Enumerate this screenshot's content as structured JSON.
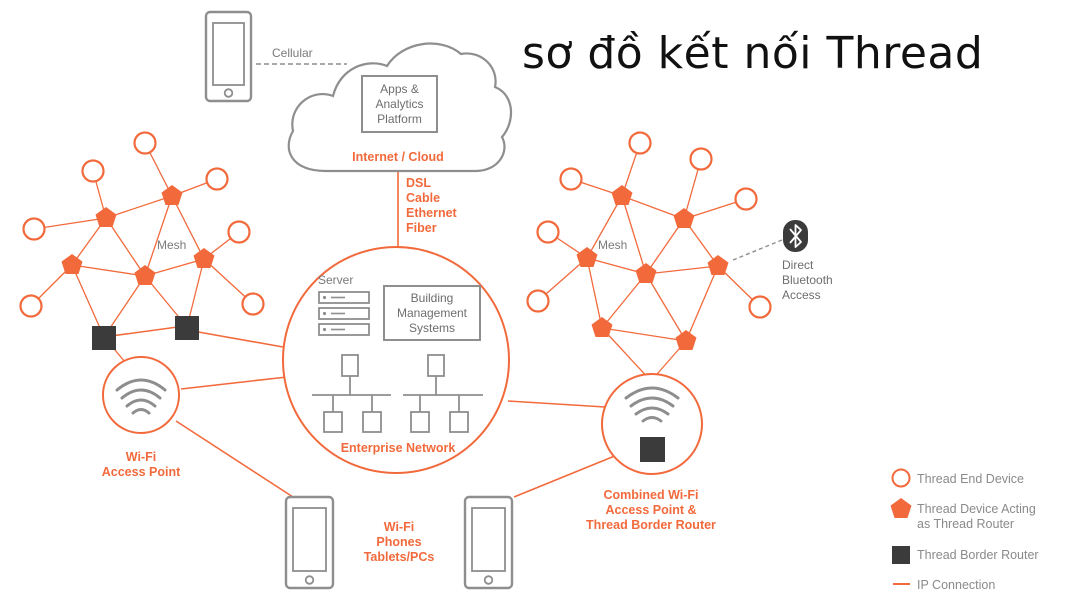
{
  "title": "sơ đồ kết nối Thread",
  "cloud": {
    "box_lines": [
      "Apps &",
      "Analytics",
      "Platform"
    ],
    "label": "Internet / Cloud"
  },
  "cellular_label": "Cellular",
  "uplink_lines": [
    "DSL",
    "Cable",
    "Ethernet",
    "Fiber"
  ],
  "mesh_left_label": "Mesh",
  "mesh_right_label": "Mesh",
  "enterprise": {
    "server_label": "Server",
    "bms_lines": [
      "Building",
      "Management",
      "Systems"
    ],
    "label": "Enterprise Network"
  },
  "bluetooth_lines": [
    "Direct",
    "Bluetooth",
    "Access"
  ],
  "wifi_ap_lines": [
    "Wi-Fi",
    "Access Point"
  ],
  "phones_lines": [
    "Wi-Fi",
    "Phones",
    "Tablets/PCs"
  ],
  "combined_lines": [
    "Combined Wi-Fi",
    "Access Point &",
    "Thread Border Router"
  ],
  "legend": [
    {
      "label_lines": [
        "Thread End Device"
      ],
      "icon": "circle-outline"
    },
    {
      "label_lines": [
        "Thread Device Acting",
        "as Thread Router"
      ],
      "icon": "pentagon-filled"
    },
    {
      "label_lines": [
        "Thread Border Router"
      ],
      "icon": "square-filled"
    },
    {
      "label_lines": [
        "IP Connection"
      ],
      "icon": "line"
    }
  ],
  "colors": {
    "accent": "#f26a3c",
    "gray": "#8e8e8e",
    "dark": "#3b3b3b"
  }
}
